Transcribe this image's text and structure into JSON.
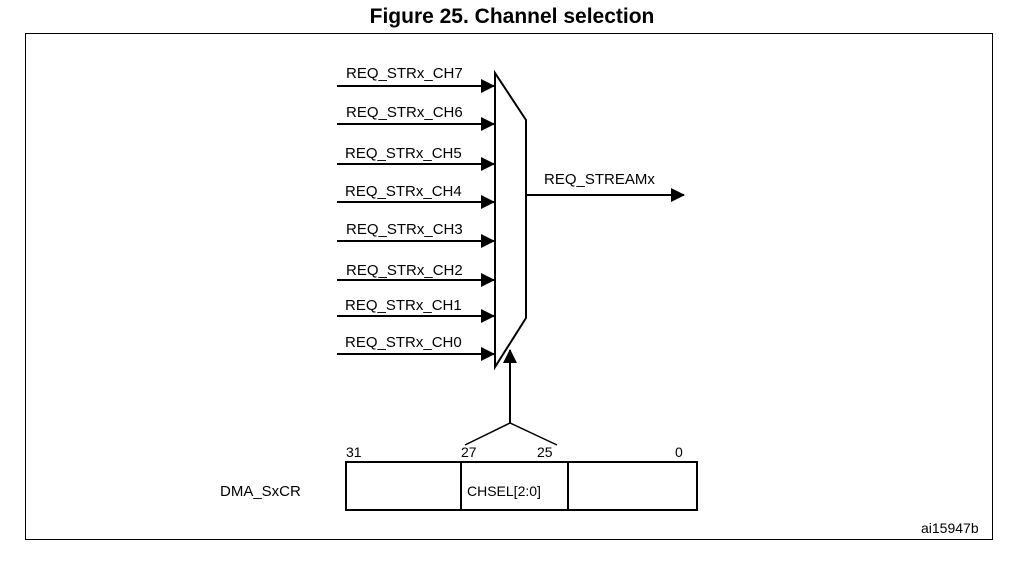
{
  "figure": {
    "title": "Figure 25. Channel selection",
    "reference_id": "ai15947b"
  },
  "mux": {
    "inputs": [
      "REQ_STRx_CH7",
      "REQ_STRx_CH6",
      "REQ_STRx_CH5",
      "REQ_STRx_CH4",
      "REQ_STRx_CH3",
      "REQ_STRx_CH2",
      "REQ_STRx_CH1",
      "REQ_STRx_CH0"
    ],
    "output": "REQ_STREAMx"
  },
  "register": {
    "name": "DMA_SxCR",
    "field_label": "CHSEL[2:0]",
    "bit_labels": {
      "msb": "31",
      "field_high": "27",
      "field_low": "25",
      "lsb": "0"
    }
  }
}
